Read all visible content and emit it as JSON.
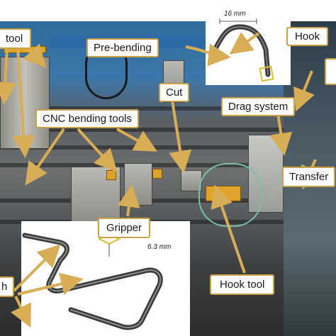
{
  "labels": {
    "tool": "tool",
    "pre_bending": "Pre-bending",
    "hook": "Hook",
    "cut": "Cut",
    "drag_system": "Drag system",
    "cnc_bending_tools": "CNC bending tools",
    "transfer": "Transfer",
    "gripper": "Gripper",
    "hook_tool": "Hook tool",
    "bottom_left_fragment": "h"
  },
  "dimensions": {
    "hook_width": "16 mm",
    "part_width": "6.3 mm"
  },
  "colors": {
    "label_border": "#c9a14a",
    "arrow": "#d7ad55",
    "label_text": "#1a1a1a"
  }
}
